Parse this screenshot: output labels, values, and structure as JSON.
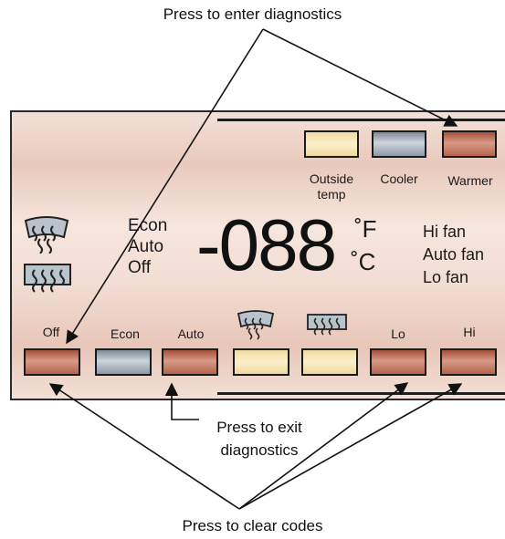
{
  "callouts": {
    "enter_diagnostics": "Press to enter diagnostics",
    "exit_diagnostics_line1": "Press to exit",
    "exit_diagnostics_line2": "diagnostics",
    "clear_codes": "Press to clear codes"
  },
  "display": {
    "temperature": "-088",
    "unit_f": "˚F",
    "unit_c": "˚C",
    "modes": [
      "Econ",
      "Auto",
      "Off"
    ],
    "fan_modes": [
      "Hi fan",
      "Auto fan",
      "Lo fan"
    ]
  },
  "top_buttons": [
    {
      "label_line1": "Outside",
      "label_line2": "temp",
      "color": "yellow"
    },
    {
      "label_line1": "Cooler",
      "label_line2": "",
      "color": "gray"
    },
    {
      "label_line1": "Warmer",
      "label_line2": "",
      "color": "red"
    }
  ],
  "bottom_buttons": [
    {
      "label": "Off",
      "color": "red"
    },
    {
      "label": "Econ",
      "color": "gray"
    },
    {
      "label": "Auto",
      "color": "red"
    },
    {
      "label": "",
      "icon": "front-defrost-icon",
      "color": "yellow"
    },
    {
      "label": "",
      "icon": "rear-defrost-icon",
      "color": "yellow"
    },
    {
      "label": "Lo",
      "color": "red"
    },
    {
      "label": "Hi",
      "color": "red"
    }
  ],
  "colors": {
    "button_red": "#c27560",
    "button_gray": "#a9b3bd",
    "button_yellow": "#f6e6b6",
    "panel": "#f0d9cf"
  }
}
